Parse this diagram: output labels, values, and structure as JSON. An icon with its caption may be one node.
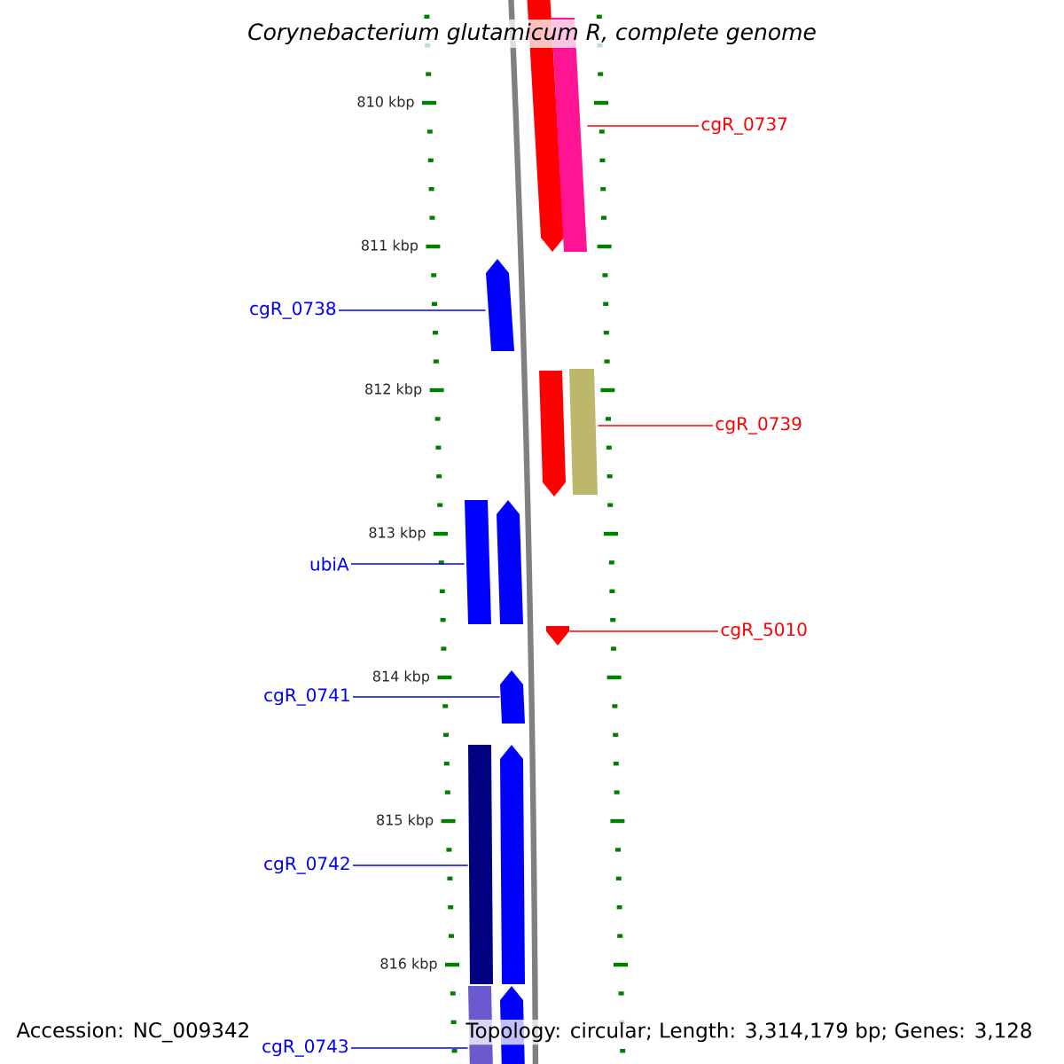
{
  "diagram": {
    "title": "Corynebacterium glutamicum R, complete genome",
    "nodes": [
      {
        "text": [
          "cgR_0737"
        ]
      },
      {
        "text": [
          "cgR_0738"
        ]
      },
      {
        "text": [
          "cgR_0739"
        ]
      },
      {
        "text": [
          "ubiA"
        ]
      },
      {
        "text": [
          "cgR_5010"
        ]
      },
      {
        "text": [
          "cgR_0741"
        ]
      },
      {
        "text": [
          "cgR_0742"
        ]
      },
      {
        "text": [
          "cgR_0743"
        ]
      },
      {
        "text": [],
        "shape": "pentagon"
      },
      {
        "text": [],
        "shape": "bar"
      },
      {
        "text": [],
        "shape": "pentagon"
      },
      {
        "text": [],
        "shape": "pentagon"
      },
      {
        "text": [],
        "shape": "bar"
      },
      {
        "text": [],
        "shape": "bar"
      },
      {
        "text": [],
        "shape": "pentagon"
      },
      {
        "text": [],
        "shape": "pentagon"
      },
      {
        "text": [],
        "shape": "pentagon"
      },
      {
        "text": [],
        "shape": "bar"
      },
      {
        "text": [],
        "shape": "pentagon"
      },
      {
        "text": [],
        "shape": "bar"
      },
      {
        "text": [],
        "shape": "pentagon"
      }
    ],
    "edges": [
      {
        "from": 0,
        "to": 9,
        "arrow": "none",
        "color": "#ff0000"
      },
      {
        "from": 1,
        "to": 10,
        "arrow": "none"
      },
      {
        "from": 2,
        "to": 12,
        "arrow": "none",
        "color": "#ff0000"
      },
      {
        "from": 3,
        "to": 13,
        "arrow": "none"
      },
      {
        "from": 4,
        "to": 15,
        "arrow": "none",
        "color": "#ff0000"
      },
      {
        "from": 5,
        "to": 16,
        "arrow": "none"
      },
      {
        "from": 6,
        "to": 17,
        "arrow": "none"
      },
      {
        "from": 7,
        "to": 19,
        "arrow": "none"
      }
    ],
    "labels": [
      "810 kbp",
      "811 kbp",
      "812 kbp",
      "813 kbp",
      "814 kbp",
      "815 kbp",
      "816 kbp",
      "Accession: NC_009342",
      "Topology: circular; Length: 3,314,179 bp; Genes: 3,128"
    ]
  }
}
